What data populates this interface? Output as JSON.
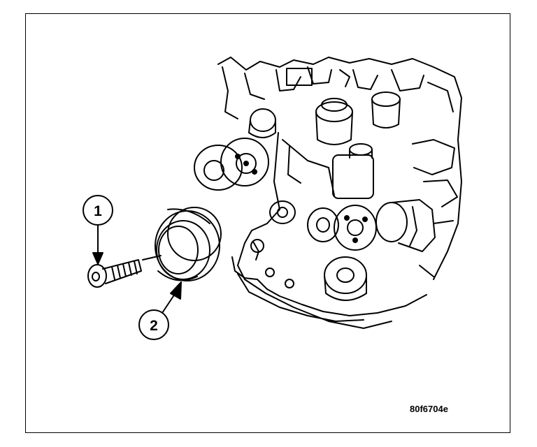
{
  "callouts": [
    {
      "number": "1"
    },
    {
      "number": "2"
    }
  ],
  "figure_id": "80f6704e",
  "colors": {
    "ink": "#000000",
    "paper": "#ffffff"
  }
}
